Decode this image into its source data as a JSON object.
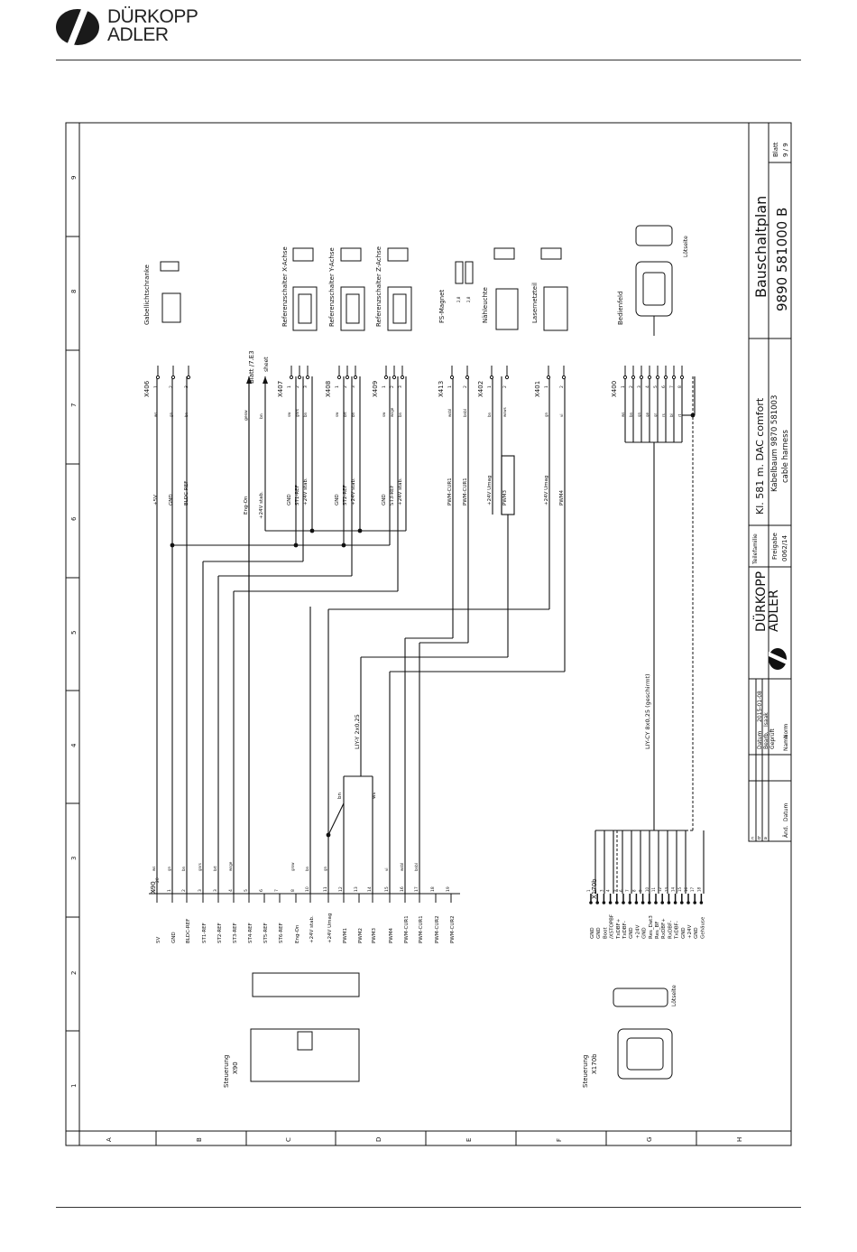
{
  "header": {
    "brand_line1": "DÜRKOPP",
    "brand_line2": "ADLER"
  },
  "grid": {
    "columns": [
      "1",
      "2",
      "3",
      "4",
      "5",
      "6",
      "7",
      "8",
      "9"
    ],
    "rows": [
      "A",
      "B",
      "C",
      "D",
      "E",
      "F",
      "G",
      "H"
    ]
  },
  "title_block": {
    "drawing_title": "Bauschaltplan",
    "drawing_number": "9890  581000 B",
    "sheet_label": "Blatt",
    "sheet_value": "9 / 9",
    "subtitle1": "Kl. 581 m. DAC comfort",
    "subtitle2": "Kabelbaum 9870 581003",
    "subtitle3": "cable harness",
    "teilefamilie_label": "Teilefamilie",
    "freigabe_label": "Freigabe",
    "freigabe_value": "0062/14",
    "company_line1": "DÜRKOPP",
    "company_line2": "ADLER",
    "datum_label": "Datum",
    "datum_value": "2015-01-08",
    "bearb_label": "Bearb.",
    "bearb_value": "Isaak",
    "gepr_label": "Geprüft",
    "name_label": "Name",
    "norm_label": "Norm",
    "aend_label": "Änd.",
    "aend_datum_label": "Datum",
    "rev_a": "a",
    "rev_b": "b",
    "rev_c": "c"
  },
  "x90": {
    "label": "X90",
    "pin_header": "20",
    "steuerung": "Steuerung",
    "steuerung_conn": "X90",
    "signals": [
      {
        "name": "5V",
        "pin": "9",
        "color": "ws"
      },
      {
        "name": "GND",
        "pin": "1",
        "color": "gn"
      },
      {
        "name": "BLDC-REF",
        "pin": "2",
        "color": "bn"
      },
      {
        "name": "ST1-REF",
        "pin": "3",
        "color": "gnrs"
      },
      {
        "name": "ST2-REF",
        "pin": "3",
        "color": "brt"
      },
      {
        "name": "ST3-REF",
        "pin": "4",
        "color": "wsge"
      },
      {
        "name": "ST4-REF",
        "pin": "5",
        "color": ""
      },
      {
        "name": "ST5-REF",
        "pin": "6",
        "color": ""
      },
      {
        "name": "ST6-REF",
        "pin": "7",
        "color": ""
      },
      {
        "name": "Eng-On",
        "pin": "8",
        "color": "grsw"
      },
      {
        "name": "+24V stab.",
        "pin": "10",
        "color": "bn"
      },
      {
        "name": "+24V Umag",
        "pin": "11",
        "color": "gn"
      },
      {
        "name": "PWM1",
        "pin": "12",
        "color": ""
      },
      {
        "name": "PWM2",
        "pin": "13",
        "color": ""
      },
      {
        "name": "PWM3",
        "pin": "14",
        "color": ""
      },
      {
        "name": "PWM4",
        "pin": "15",
        "color": "vi"
      },
      {
        "name": "PWM-CUR1",
        "pin": "16",
        "color": "wsbl"
      },
      {
        "name": "PWM-CUR1",
        "pin": "17",
        "color": "bnbl"
      },
      {
        "name": "PWM-CUR2",
        "pin": "18",
        "color": ""
      },
      {
        "name": "PWM-CUR2",
        "pin": "19",
        "color": ""
      }
    ]
  },
  "x170b": {
    "label": "X170b",
    "steuerung": "Steuerung",
    "steuerung_conn": "X170b",
    "loetseite": "Lötseite",
    "signals": [
      "GND",
      "GND",
      "Boot",
      "/XSTOPBF",
      "TxDBF+",
      "TxDBF-",
      "GND",
      "+24V",
      "GND",
      "Res_Dat3",
      "Res_BF",
      "RxDBF+",
      "RxDBF-",
      "TxDBF-",
      "GND",
      "+24V",
      "GND",
      "Gehäuse"
    ]
  },
  "cables": {
    "liy": "LIY-Y 2x0,25",
    "lifcy": "LIY-CY 8x0,25 (geschirmt)",
    "wire_bn": "bn",
    "wire_ws": "ws"
  },
  "blatt_ref": {
    "text": "Blatt /7.E3",
    "sheet": "sheet"
  },
  "connectors": [
    {
      "id": "X406",
      "label": "X406",
      "name": "Gabellichtschranke",
      "signals": [
        "+5V",
        "GND",
        "BLDC-REF"
      ],
      "colors": [
        "ws",
        "gn",
        "bn"
      ]
    },
    {
      "id": "X407",
      "label": "X407",
      "name": "Referenzschalter X-Achse",
      "signals": [
        "GND",
        "ST1-REF",
        "+24V stab."
      ],
      "colors": [
        "sw",
        "gnrs",
        "bn"
      ]
    },
    {
      "id": "X408",
      "label": "X408",
      "name": "Referenzschalter Y-Achse",
      "signals": [
        "GND",
        "ST2-REF",
        "+24V stab."
      ],
      "colors": [
        "sw",
        "brt",
        "bn"
      ]
    },
    {
      "id": "X409",
      "label": "X409",
      "name": "Referenzschalter Z-Achse",
      "signals": [
        "GND",
        "ST3-REF",
        "+24V stab."
      ],
      "colors": [
        "sw",
        "wsge",
        "bn"
      ]
    },
    {
      "id": "X413",
      "label": "X413",
      "name": "FS-Magnet",
      "signals": [
        "PWM-CUR1",
        "PWM-CUR1"
      ],
      "colors": [
        "wsbl",
        "bnbl"
      ]
    },
    {
      "id": "X402",
      "label": "X402",
      "name": "Nähleuchte",
      "signals": [
        "+24V Umag",
        "PWM3"
      ],
      "colors": [
        "bn",
        "wsws"
      ]
    },
    {
      "id": "X401",
      "label": "X401",
      "name": "Lasernetzteil",
      "signals": [
        "+24V Umag",
        "PWM4"
      ],
      "colors": [
        "gn",
        "vi"
      ]
    },
    {
      "id": "X400",
      "label": "X400",
      "name": "Bedienfeld",
      "signals": [],
      "colors": [
        "ws",
        "bn",
        "gn",
        "ge",
        "gr",
        "rs",
        "bl",
        "rt"
      ]
    }
  ],
  "misc": {
    "eng_on": "Eng-On",
    "p24_stab": "+24V stab.",
    "gesw": "gesw",
    "bn": "bn",
    "loetseite2": "Lötseite",
    "fs_pin1": "2,8",
    "fs_pin2": "2,8"
  }
}
